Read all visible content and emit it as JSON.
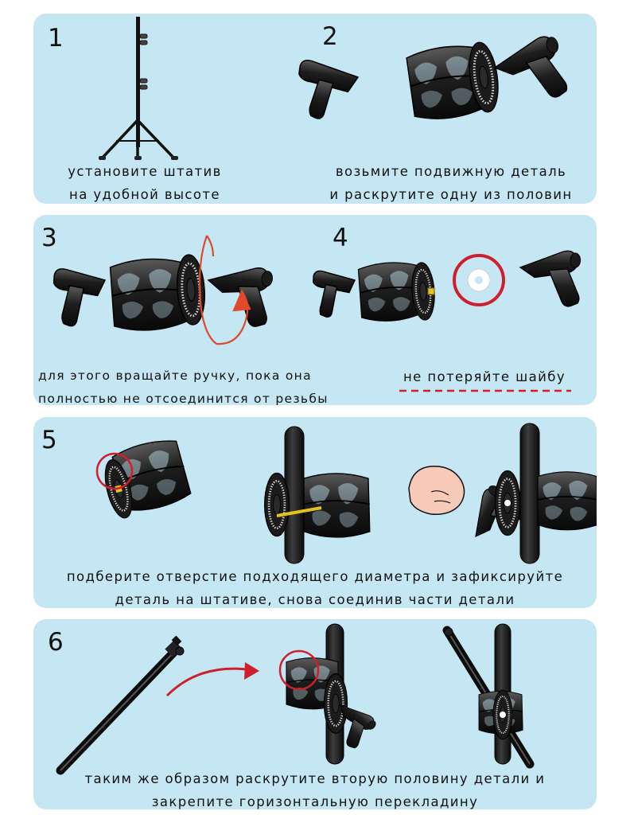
{
  "steps": [
    {
      "number": "1",
      "text": [
        "установите штатив",
        "на удобной высоте"
      ]
    },
    {
      "number": "2",
      "text": [
        "возьмите подвижную деталь",
        "и раскрутите одну из половин"
      ]
    },
    {
      "number": "3",
      "text": [
        "для этого вращайте ручку, пока она",
        "полностью не отсоединится от резьбы"
      ]
    },
    {
      "number": "4",
      "text": [
        "не потеряйте шайбу"
      ]
    },
    {
      "number": "5",
      "text": [
        "подберите отверстие подходящего диаметра и зафиксируйте",
        "деталь на штативе, снова соединив части детали"
      ]
    },
    {
      "number": "6",
      "text": [
        "таким же образом раскрутите вторую половину детали и",
        "закрепите горизонтальную перекладину"
      ]
    }
  ],
  "colors": {
    "panel": "#c5e6f3",
    "clamp": "#1e1e1e",
    "highlight": "#d01f2c",
    "arrow": "#e0492b",
    "pin": "#e3c21b"
  },
  "icons": [
    "tripod-stand-icon",
    "super-clamp-icon",
    "rotation-arrow-icon",
    "washer-icon",
    "hand-icon",
    "boom-arm-icon"
  ]
}
